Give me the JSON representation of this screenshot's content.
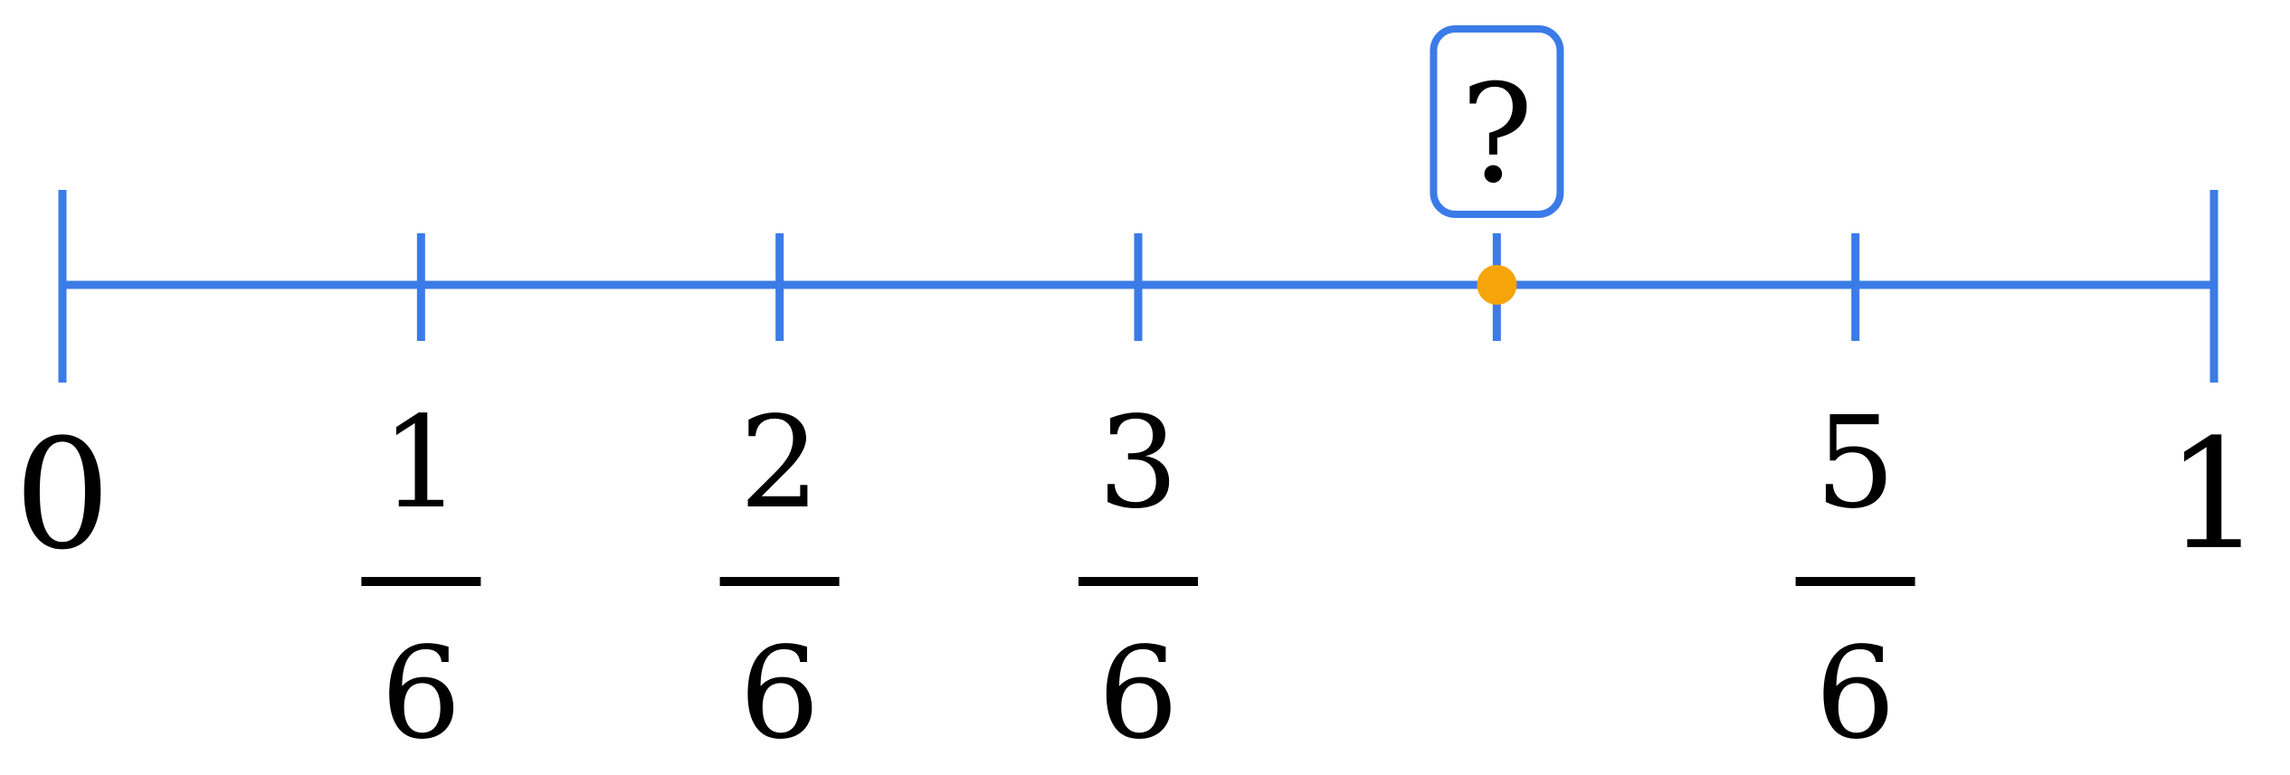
{
  "number_line": {
    "min": 0,
    "max": 1,
    "divisions": 6,
    "line_color": "#3b7be8",
    "point_color": "#f5a50a",
    "text_color": "#000000",
    "marked_point": 0.6667,
    "labels": [
      {
        "value": 0,
        "type": "whole",
        "text": "0"
      },
      {
        "value": 0.1667,
        "type": "fraction",
        "numerator": "1",
        "denominator": "6"
      },
      {
        "value": 0.3333,
        "type": "fraction",
        "numerator": "2",
        "denominator": "6"
      },
      {
        "value": 0.5,
        "type": "fraction",
        "numerator": "3",
        "denominator": "6"
      },
      {
        "value": 0.8333,
        "type": "fraction",
        "numerator": "5",
        "denominator": "6"
      },
      {
        "value": 1,
        "type": "whole",
        "text": "1"
      }
    ],
    "question": {
      "value": 0.6667,
      "text": "?"
    }
  }
}
